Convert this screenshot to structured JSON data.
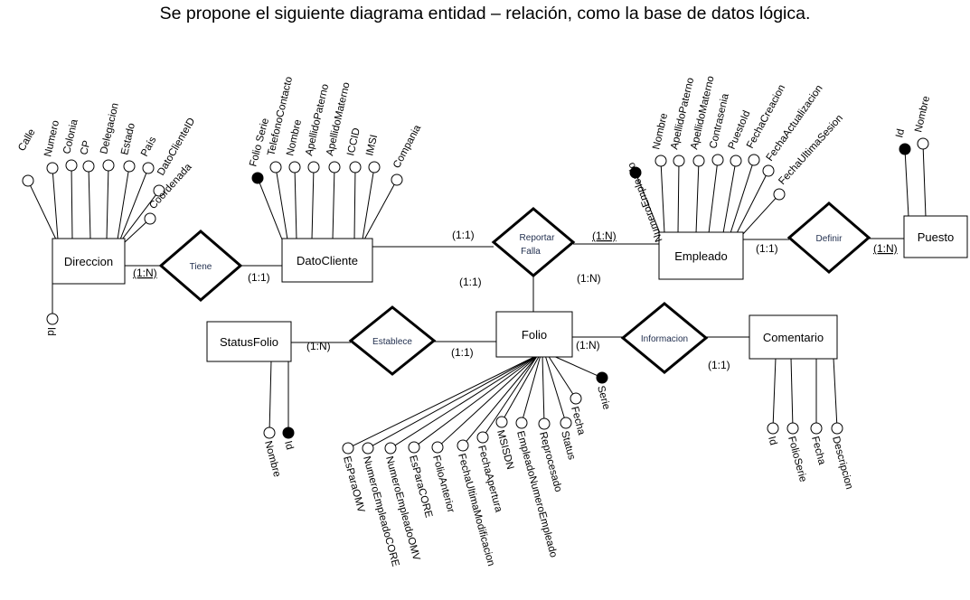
{
  "title": "Se propone el siguiente diagrama entidad – relación, como la base de datos lógica.",
  "entities": {
    "direccion": "Direccion",
    "datocliente": "DatoCliente",
    "empleado": "Empleado",
    "puesto": "Puesto",
    "statusfolio": "StatusFolio",
    "folio": "Folio",
    "comentario": "Comentario"
  },
  "relationships": {
    "tiene": "Tiene",
    "reportar_1": "Reportar",
    "reportar_2": "Falla",
    "definir": "Definir",
    "establece": "Establece",
    "informacion": "Informacion"
  },
  "cardinalities": {
    "tiene_dir": "(1:N)",
    "tiene_dc": "(1:1)",
    "rep_dc": "(1:1)",
    "rep_emp": "(1:N)",
    "rep_folio_l": "(1:1)",
    "rep_folio_r": "(1:N)",
    "def_emp": "(1:1)",
    "def_puesto": "(1:N)",
    "est_sf": "(1:N)",
    "est_folio": "(1:1)",
    "inf_folio": "(1:N)",
    "inf_com": "(1:1)"
  },
  "attributes": {
    "direccion": [
      "Calle",
      "Numero",
      "Colonia",
      "CP",
      "Delegacion",
      "Estado",
      "País",
      "DatoClienteID",
      "Coordenada",
      "Id"
    ],
    "datocliente": [
      "Folio Serie",
      "TelefonoContacto",
      "Nombre",
      "ApellidoPaterno",
      "ApellidoMaterno",
      "ICCID",
      "IMSI",
      "Compania"
    ],
    "empleado": [
      "NumeroEmpleado",
      "Nombre",
      "ApellidoPaterno",
      "ApellidoMaterno",
      "Contrasenia",
      "PuestoId",
      "FechaCreacion",
      "FechaActualizacion",
      "FechaUltimaSesion"
    ],
    "puesto": [
      "Id",
      "Nombre"
    ],
    "statusfolio": [
      "Nombre",
      "Id"
    ],
    "folio": [
      "EsParaOMV",
      "NumeroEmpleadoCORE",
      "NumeroEmpleadoOMV",
      "EsParaCORE",
      "FolioAnterior",
      "FechaUltimaModificacion",
      "FechaApertura",
      "MSISDN",
      "EmpleadoNumeroEmpleado",
      "Reprocesado",
      "Status",
      "Fecha",
      "Serie"
    ],
    "comentario": [
      "Id",
      "FolioSerie",
      "Fecha",
      "Descripcion"
    ]
  },
  "key_attributes": [
    "Folio Serie",
    "NumeroEmpleado",
    "Id (Puesto)",
    "Id (StatusFolio)",
    "Serie"
  ]
}
